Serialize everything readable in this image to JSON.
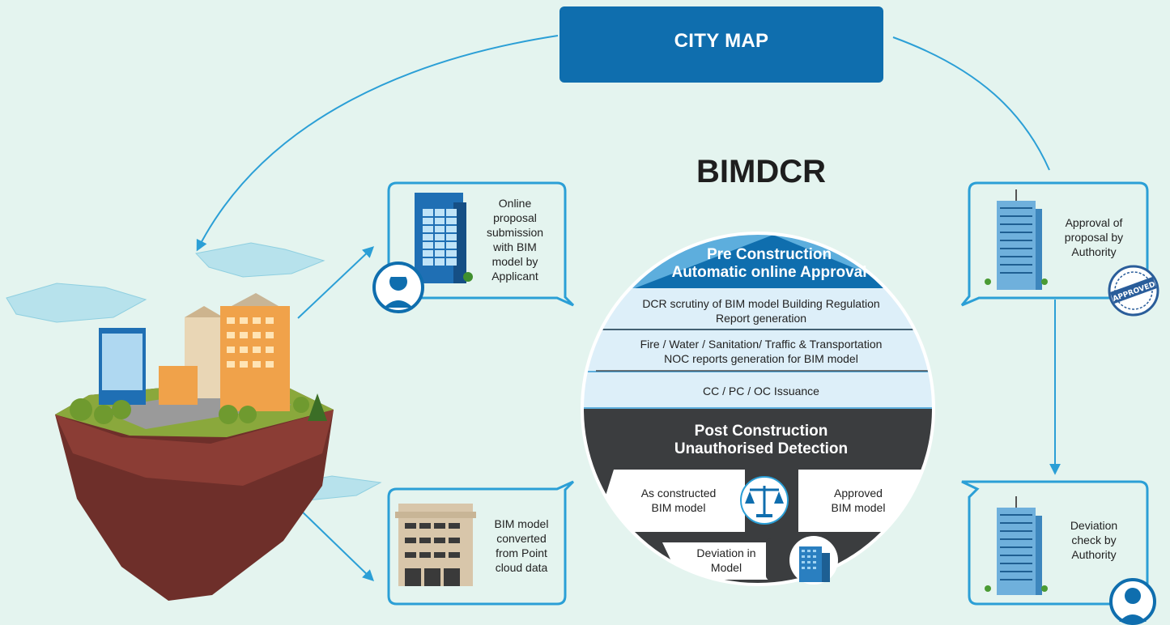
{
  "city_map": {
    "label": "CITY MAP"
  },
  "title": "BIMDCR",
  "callouts": {
    "online_proposal": [
      "Online",
      "proposal",
      "submission",
      "with BIM",
      "model  by",
      "Applicant"
    ],
    "point_cloud": [
      "BIM model",
      "converted",
      "from Point",
      "cloud data"
    ],
    "approval": [
      "Approval of",
      "proposal by",
      "Authority"
    ],
    "deviation_check": [
      "Deviation",
      "check by",
      "Authority"
    ]
  },
  "stamp_text": "APPROVED",
  "pre_construction": {
    "heading_line1": "Pre Construction",
    "heading_line2": "Automatic online Approval",
    "rows": [
      [
        "DCR scrutiny of BIM model Building Regulation",
        "Report generation"
      ],
      [
        "Fire / Water / Sanitation/ Traffic & Transportation",
        "NOC reports generation for BIM model"
      ],
      [
        "CC / PC / OC Issuance"
      ]
    ]
  },
  "post_construction": {
    "heading_line1": "Post Construction",
    "heading_line2": "Unauthorised Detection",
    "as_constructed": [
      "As constructed",
      "BIM model"
    ],
    "approved": [
      "Approved",
      "BIM model"
    ],
    "deviation": [
      "Deviation in",
      "Model"
    ]
  },
  "colors": {
    "background": "#e4f4ef",
    "primary_blue": "#0f6eae",
    "arrow_blue": "#2b9fd6",
    "disc_light": "#5daedd",
    "disc_dark": "#3b3d3f"
  }
}
